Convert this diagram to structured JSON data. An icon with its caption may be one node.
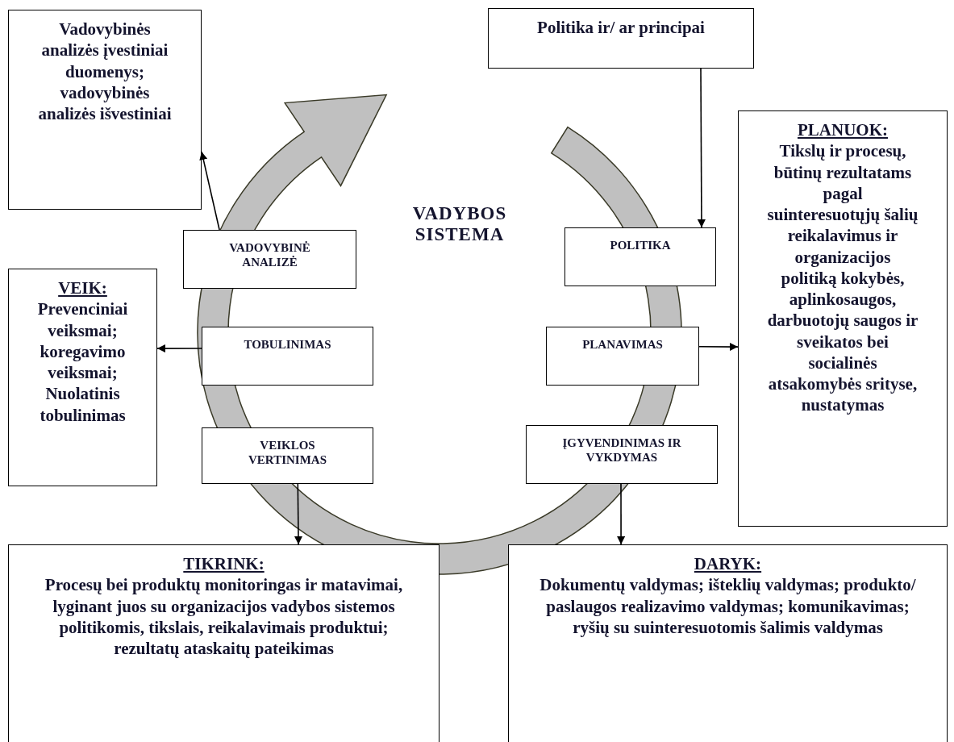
{
  "diagram": {
    "nodes": [
      {
        "text": [
          "Vadovybinės analizės įvestiniai duomenys; vadovybinės analizės išvestiniai"
        ]
      },
      {
        "text": [
          "Politika ir/ ar principai"
        ]
      },
      {
        "text": [
          "VADOVYBINĖ ANALIZĖ"
        ]
      },
      {
        "text": [
          "PLANUOK:",
          "Tikslų ir procesų, būtinų rezultatams pagal suinteresuotųjų šalių reikalavimus ir organizacijos politiką kokybės, aplinkosaugos, darbuotojų saugos ir sveikatos bei socialinės atsakomybės srityse, nustatymas"
        ]
      },
      {
        "text": [
          "POLITIKA"
        ]
      },
      {
        "text": [
          "VEIK:",
          "Prevenciniai veiksmai; koregavimo veiksmai; Nuolatinis tobulinimas"
        ]
      },
      {
        "text": [
          "TOBULINIMAS"
        ]
      },
      {
        "text": [
          "PLANAVIMAS"
        ]
      },
      {
        "text": [
          "VEIKLOS VERTINIMAS"
        ]
      },
      {
        "text": [
          "ĮGYVENDINIMAS IR VYKDYMAS"
        ]
      },
      {
        "text": [
          "TIKRINK:",
          "Procesų bei produktų monitoringas ir matavimai, lyginant juos su organizacijos vadybos sistemos politikomis, tikslais, reikalavimais produktui; rezultatų ataskaitų pateikimas"
        ]
      },
      {
        "text": [
          "DARYK:",
          "Dokumentų valdymas; išteklių valdymas; produkto/ paslaugos realizavimo valdymas; komunikavimas; ryšių su suinteresuotomis šalimis valdymas"
        ]
      }
    ],
    "edges": [
      {
        "from": 2,
        "to": 0,
        "arrow": "to"
      },
      {
        "from": 1,
        "to": 4,
        "arrow": "to"
      },
      {
        "from": 7,
        "to": 3,
        "arrow": "to"
      },
      {
        "from": 6,
        "to": 5,
        "arrow": "to"
      },
      {
        "from": 8,
        "to": 10,
        "arrow": "to"
      },
      {
        "from": 9,
        "to": 11,
        "arrow": "to"
      }
    ],
    "labels": [
      "VADYBOS SISTEMA"
    ]
  }
}
